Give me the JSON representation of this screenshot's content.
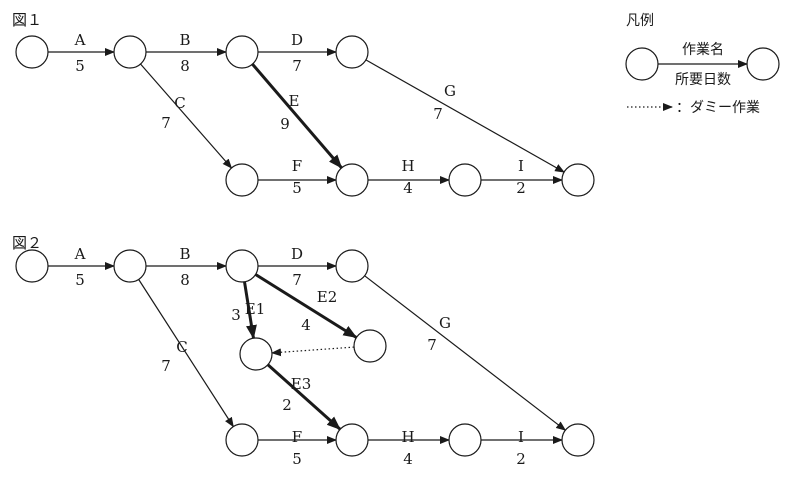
{
  "figures": [
    {
      "title": "図１",
      "nodes": [
        "n1",
        "n2",
        "n3",
        "n4",
        "n5",
        "n6",
        "n7",
        "n8"
      ],
      "activities": [
        {
          "from": "n1",
          "to": "n2",
          "name": "A",
          "days": "5",
          "bold": false
        },
        {
          "from": "n2",
          "to": "n3",
          "name": "B",
          "days": "8",
          "bold": false
        },
        {
          "from": "n3",
          "to": "n4",
          "name": "D",
          "days": "7",
          "bold": false
        },
        {
          "from": "n2",
          "to": "n5",
          "name": "C",
          "days": "7",
          "bold": false
        },
        {
          "from": "n3",
          "to": "n6",
          "name": "E",
          "days": "9",
          "bold": true
        },
        {
          "from": "n4",
          "to": "n8",
          "name": "G",
          "days": "7",
          "bold": false
        },
        {
          "from": "n5",
          "to": "n6",
          "name": "F",
          "days": "5",
          "bold": false
        },
        {
          "from": "n6",
          "to": "n7",
          "name": "H",
          "days": "4",
          "bold": false
        },
        {
          "from": "n7",
          "to": "n8",
          "name": "I",
          "days": "2",
          "bold": false
        }
      ]
    },
    {
      "title": "図２",
      "nodes": [
        "m1",
        "m2",
        "m3",
        "m4",
        "m5",
        "m6",
        "m7",
        "m8",
        "m9",
        "m10"
      ],
      "activities": [
        {
          "from": "m1",
          "to": "m2",
          "name": "A",
          "days": "5",
          "bold": false
        },
        {
          "from": "m2",
          "to": "m3",
          "name": "B",
          "days": "8",
          "bold": false
        },
        {
          "from": "m3",
          "to": "m4",
          "name": "D",
          "days": "7",
          "bold": false
        },
        {
          "from": "m2",
          "to": "m7",
          "name": "C",
          "days": "7",
          "bold": false
        },
        {
          "from": "m3",
          "to": "m5",
          "name": "E1",
          "days": "3",
          "bold": true
        },
        {
          "from": "m3",
          "to": "m6",
          "name": "E2",
          "days": "4",
          "bold": true
        },
        {
          "from": "m5",
          "to": "m8",
          "name": "E3",
          "days": "2",
          "bold": true
        },
        {
          "from": "m6",
          "to": "m5",
          "name": "",
          "days": "",
          "bold": false,
          "dummy": true
        },
        {
          "from": "m4",
          "to": "m10",
          "name": "G",
          "days": "7",
          "bold": false
        },
        {
          "from": "m7",
          "to": "m8",
          "name": "F",
          "days": "5",
          "bold": false
        },
        {
          "from": "m8",
          "to": "m9",
          "name": "H",
          "days": "4",
          "bold": false
        },
        {
          "from": "m9",
          "to": "m10",
          "name": "I",
          "days": "2",
          "bold": false
        }
      ]
    }
  ],
  "legend": {
    "title": "凡例",
    "activity_name": "作業名",
    "duration": "所要日数",
    "dummy_label": "：ダミー作業"
  }
}
